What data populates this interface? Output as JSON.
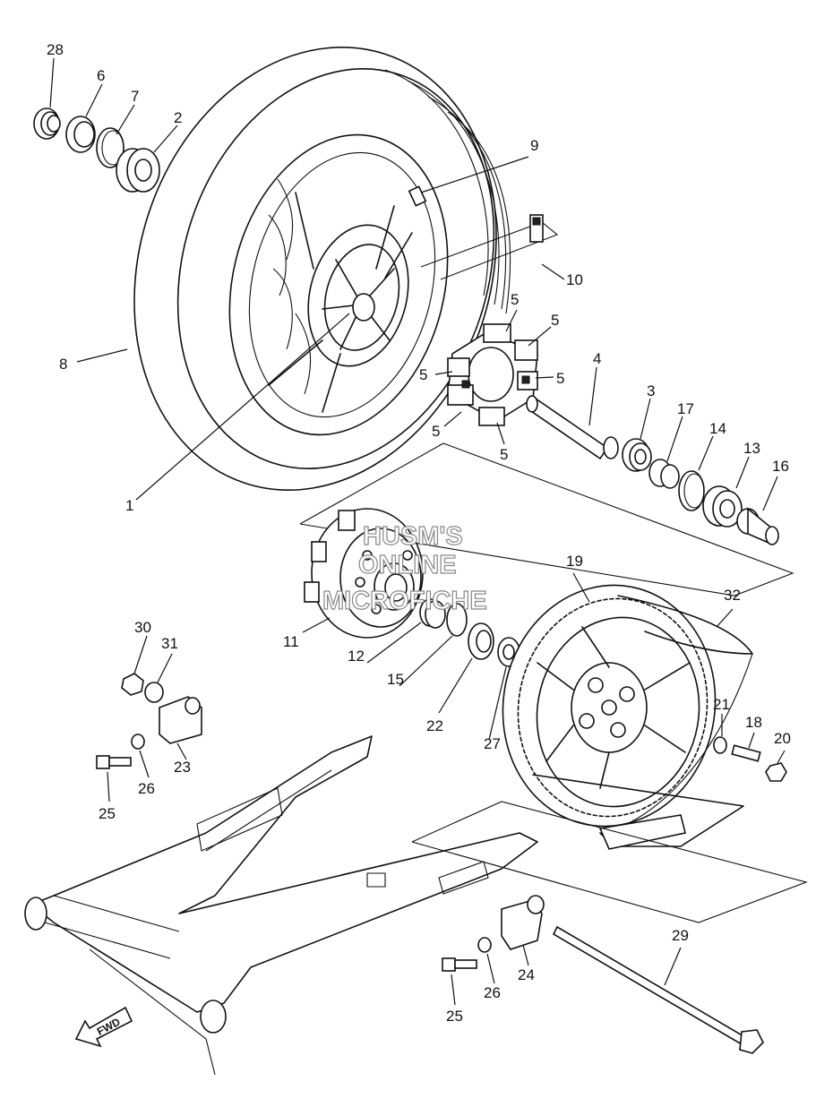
{
  "callouts": {
    "c28": "28",
    "c6": "6",
    "c7": "7",
    "c2": "2",
    "c9": "9",
    "c10": "10",
    "c8": "8",
    "c1": "1",
    "c5a": "5",
    "c5b": "5",
    "c5c": "5",
    "c5d": "5",
    "c5e": "5",
    "c5f": "5",
    "c4": "4",
    "c3": "3",
    "c17": "17",
    "c14": "14",
    "c13": "13",
    "c16": "16",
    "c11": "11",
    "c12": "12",
    "c15": "15",
    "c22": "22",
    "c27": "27",
    "c19": "19",
    "c32": "32",
    "c21": "21",
    "c18": "18",
    "c20": "20",
    "c30": "30",
    "c31": "31",
    "c23": "23",
    "c26a": "26",
    "c25a": "25",
    "c29": "29",
    "c24": "24",
    "c26b": "26",
    "c25b": "25"
  },
  "watermark": {
    "line1": "HUSM'S",
    "line2": "ONLINE",
    "line3": "MICROFICHE"
  },
  "fwd_label": "FWD",
  "icons": {
    "direction": "fwd-arrow-icon"
  }
}
